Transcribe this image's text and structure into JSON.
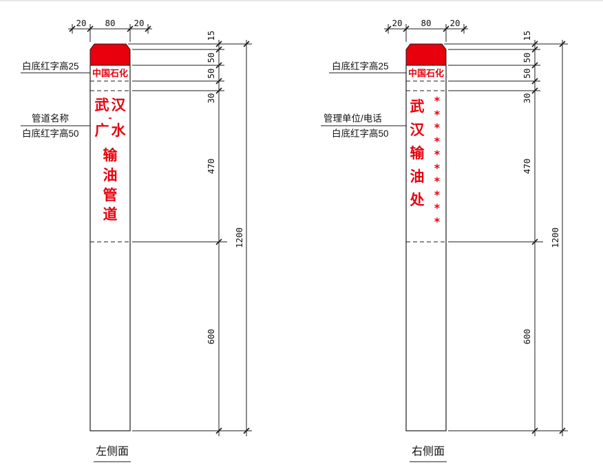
{
  "colors": {
    "red": "#e8000d",
    "line": "#1a1a1a"
  },
  "views": {
    "left": {
      "caption": "左侧面",
      "top_dims": [
        "20",
        "80",
        "20"
      ],
      "side_labels": {
        "cap": "白底红字高25",
        "name": "管道名称",
        "height50": "白底红字高50"
      },
      "brand": "中国石化",
      "name_chars": [
        "武",
        "汉",
        "-",
        "广",
        "水",
        "输",
        "油",
        "管",
        "道"
      ],
      "dims": {
        "d15": "15",
        "d50a": "50",
        "d50b": "50",
        "d30": "30",
        "d470": "470",
        "d600": "600",
        "total": "1200"
      }
    },
    "right": {
      "caption": "右侧面",
      "top_dims": [
        "20",
        "80",
        "20"
      ],
      "side_labels": {
        "cap": "白底红字高25",
        "name": "管理单位/电话",
        "height50": "白底红字高50"
      },
      "brand": "中国石化",
      "chars": [
        "武",
        "汉",
        "输",
        "油",
        "处"
      ],
      "stars": [
        "*",
        "*",
        "*",
        "*",
        "*",
        "*",
        "*",
        "*",
        "*",
        "*"
      ],
      "dims": {
        "d15": "15",
        "d50a": "50",
        "d50b": "50",
        "d30": "30",
        "d470": "470",
        "d600": "600",
        "total": "1200"
      }
    }
  }
}
